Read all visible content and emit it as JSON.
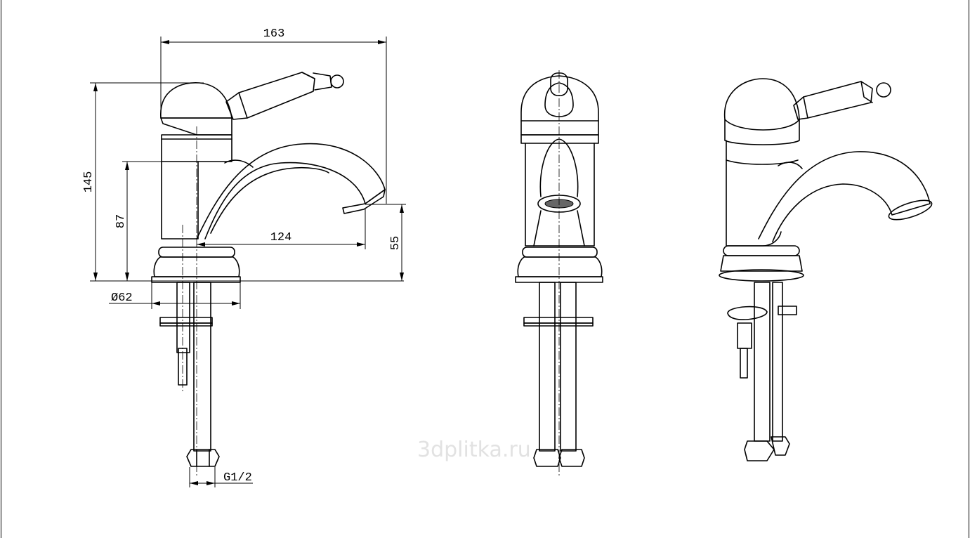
{
  "dimensions": {
    "total_width": "163",
    "total_height": "145",
    "body_height": "87",
    "spout_reach": "124",
    "spout_height": "55",
    "base_diameter": "Ø62",
    "thread_size": "G1/2"
  },
  "watermark": "3dplitka.ru",
  "views": [
    "side-view",
    "front-view",
    "perspective-view"
  ]
}
